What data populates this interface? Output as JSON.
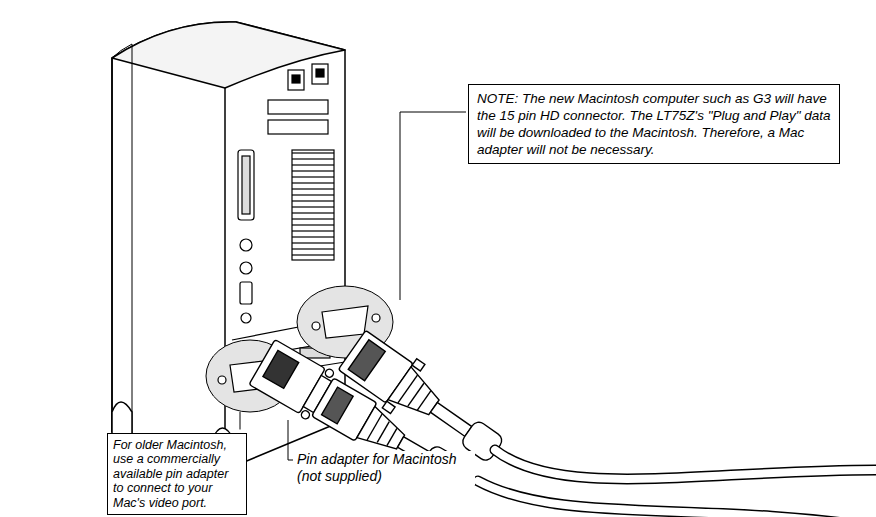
{
  "diagram": {
    "nodes": [
      {
        "text": [
          "NOTE: The new Macintosh computer such as G3 will have the 15 pin HD connector. The LT75Z's \"Plug and Play\" data will be downloaded to the Macintosh. Therefore, a Mac adapter will not be necessary."
        ]
      },
      {
        "text": [
          "For older Macintosh, use a commercially available pin adapter to connect to your Mac's video port."
        ]
      }
    ],
    "labels": [
      "Pin adapter for Macintosh (not supplied)"
    ]
  }
}
